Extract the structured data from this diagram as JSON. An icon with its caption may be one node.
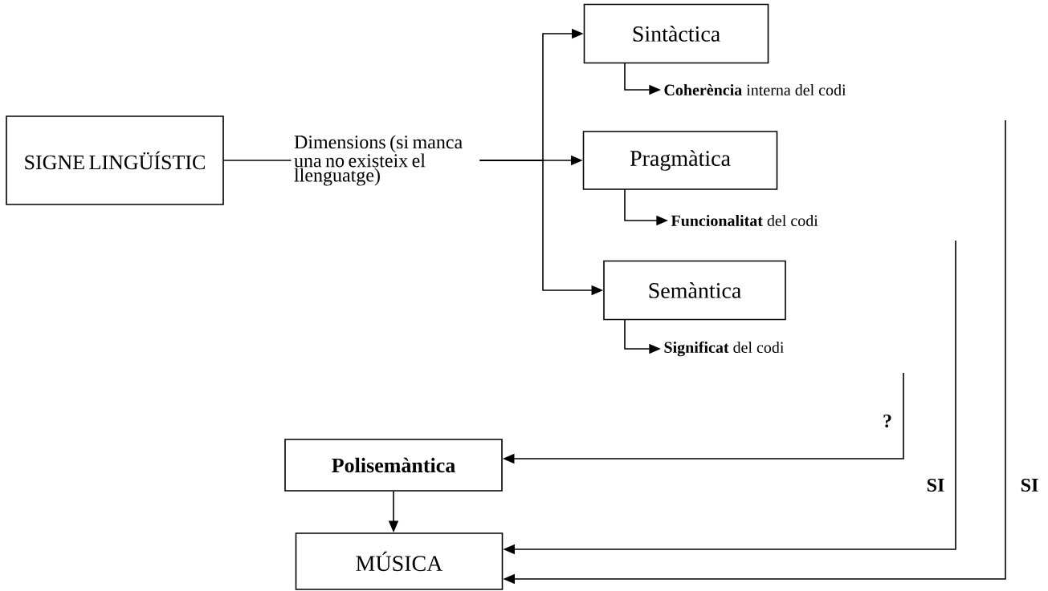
{
  "diagram": {
    "nodes": [
      {
        "text": [
          "SIGNE LINGÜÍSTIC"
        ]
      },
      {
        "text": [
          "Dimensions (si manca una no existeix el llenguatge)"
        ]
      },
      {
        "text": [
          "Sintàctica"
        ]
      },
      {
        "text": [
          "Pragmàtica"
        ]
      },
      {
        "text": [
          "Semàntica"
        ]
      },
      {
        "text": [
          "**Coherència** interna del codi"
        ]
      },
      {
        "text": [
          "**Funcionalitat** del codi"
        ]
      },
      {
        "text": [
          "**Significat** del codi"
        ]
      },
      {
        "text": [
          "Polisemàntica"
        ]
      },
      {
        "text": [
          "MÚSICA"
        ]
      }
    ],
    "edges": [
      {
        "from": 0,
        "to": 1,
        "arrow": "none"
      },
      {
        "from": 1,
        "to": 2,
        "arrow": "to"
      },
      {
        "from": 1,
        "to": 3,
        "arrow": "to"
      },
      {
        "from": 1,
        "to": 4,
        "arrow": "to"
      },
      {
        "from": 2,
        "to": 5,
        "arrow": "to"
      },
      {
        "from": 3,
        "to": 6,
        "arrow": "to"
      },
      {
        "from": 4,
        "to": 7,
        "arrow": "to"
      },
      {
        "from": null,
        "to": 8,
        "arrow": "to",
        "label": "?"
      },
      {
        "from": 8,
        "to": 9,
        "arrow": "to"
      },
      {
        "from": null,
        "to": 9,
        "arrow": "to",
        "label": "SI"
      },
      {
        "from": null,
        "to": 9,
        "arrow": "to",
        "label": "SI"
      }
    ]
  }
}
